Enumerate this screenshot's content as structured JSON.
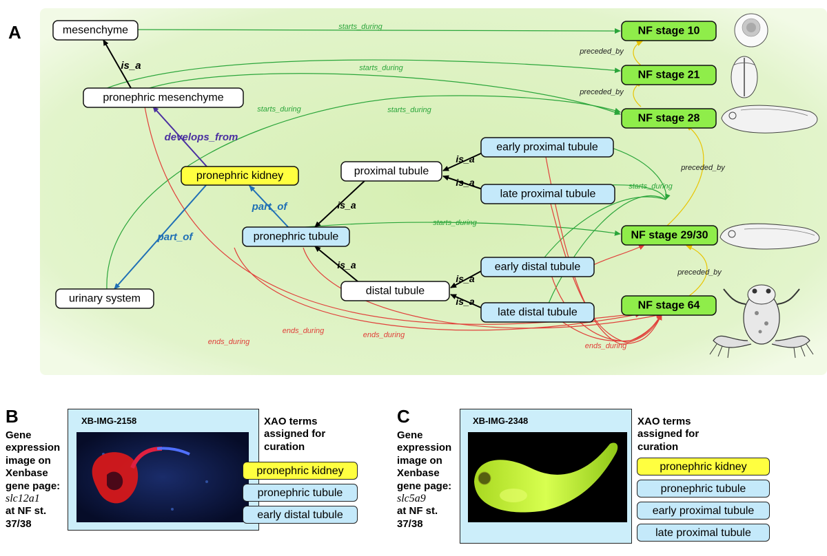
{
  "panel_a": {
    "label": "A",
    "nodes": {
      "mesenchyme": "mesenchyme",
      "pronephric_mesenchyme": "pronephric mesenchyme",
      "pronephric_kidney": "pronephric kidney",
      "urinary_system": "urinary system",
      "proximal_tubule": "proximal tubule",
      "pronephric_tubule": "pronephric tubule",
      "distal_tubule": "distal tubule",
      "early_proximal_tubule": "early proximal tubule",
      "late_proximal_tubule": "late proximal tubule",
      "early_distal_tubule": "early distal tubule",
      "late_distal_tubule": "late distal tubule",
      "nf10": "NF stage 10",
      "nf21": "NF stage 21",
      "nf28": "NF stage 28",
      "nf2930": "NF stage 29/30",
      "nf64": "NF stage 64"
    },
    "edges": {
      "is_a": "is_a",
      "develops_from": "develops_from",
      "part_of": "part_of",
      "starts_during": "starts_during",
      "ends_during": "ends_during",
      "preceded_by": "preceded_by"
    }
  },
  "panel_b": {
    "label": "B",
    "gene_lines": [
      "Gene",
      "expression",
      "image on",
      "Xenbase",
      "gene page:"
    ],
    "gene": "slc12a1",
    "stage_lines": [
      "at NF st.",
      "37/38"
    ],
    "image_id": "XB-IMG-2158",
    "terms_header": [
      "XAO terms",
      "assigned for",
      "curation"
    ],
    "terms": [
      "pronephric kidney",
      "pronephric tubule",
      "early distal tubule"
    ]
  },
  "panel_c": {
    "label": "C",
    "gene_lines": [
      "Gene",
      "expression",
      "image on",
      "Xenbase",
      "gene page:"
    ],
    "gene": "slc5a9",
    "stage_lines": [
      "at NF st.",
      "37/38"
    ],
    "image_id": "XB-IMG-2348",
    "terms_header": [
      "XAO terms",
      "assigned for",
      "curation"
    ],
    "terms": [
      "pronephric kidney",
      "pronephric tubule",
      "early proximal tubule",
      "late proximal tubule"
    ]
  },
  "colors": {
    "background_green": "#e6f5cf",
    "node_white": "#ffffff",
    "node_yellow": "#ffff40",
    "node_blue": "#c4e9fa",
    "node_green": "#8fed4a",
    "starts_during": "#2aa53a",
    "ends_during": "#e0403a",
    "preceded_by": "#e8c400",
    "develops_from": "#4a2fa0",
    "part_of": "#1f6fb5",
    "is_a": "#000000"
  }
}
